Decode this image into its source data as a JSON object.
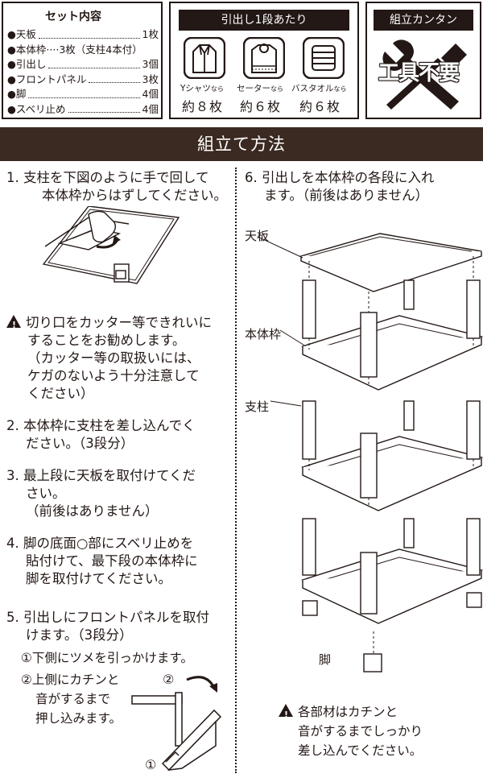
{
  "set_contents": {
    "title": "セット内容",
    "items": [
      {
        "bullet": "●",
        "name": "天板",
        "qty": "1枚"
      },
      {
        "bullet": "●",
        "name": "本体枠····3枚（支柱4本付）",
        "qty": ""
      },
      {
        "bullet": "●",
        "name": "引出し",
        "qty": "3個"
      },
      {
        "bullet": "●",
        "name": "フロントパネル",
        "qty": "3枚"
      },
      {
        "bullet": "●",
        "name": "脚",
        "qty": "4個"
      },
      {
        "bullet": "●",
        "name": "スベリ止め",
        "qty": "4個"
      }
    ]
  },
  "per_drawer": {
    "title": "引出し1段あたり",
    "items": [
      {
        "icon": "shirt-icon",
        "label": "Yシャツ",
        "suffix": "なら",
        "count": "約８枚"
      },
      {
        "icon": "sweater-icon",
        "label": "セーター",
        "suffix": "なら",
        "count": "約６枚"
      },
      {
        "icon": "bath-towel-icon",
        "label": "バスタオル",
        "suffix": "なら",
        "count": "約６枚"
      }
    ]
  },
  "easy_assembly": {
    "title": "組立カンタン",
    "no_tools": "工具不要",
    "icon": "wrench-screwdriver-icon"
  },
  "method_title": "組立て方法",
  "steps": {
    "s1": [
      "1. 支柱を下図のように手で回して",
      "本体枠からはずしてください。"
    ],
    "caution1": [
      "切り口をカッター等できれいに",
      "することをお勧めします。",
      "（カッター等の取扱いには、",
      "ケガのないよう十分注意して",
      "ください）"
    ],
    "s2": [
      "2. 本体枠に支柱を差し込んでく",
      "ださい。（3段分）"
    ],
    "s3": [
      "3. 最上段に天板を取付けてくだ",
      "さい。",
      "（前後はありません）"
    ],
    "s4": [
      "4. 脚の底面○部にスベリ止めを",
      "貼付けて、最下段の本体枠に",
      "脚を取付けてください。"
    ],
    "s5": [
      "5. 引出しにフロントパネルを取付",
      "けます。（3段分）"
    ],
    "s5_sub1": "①下側にツメを引っかけます。",
    "s5_sub2": [
      "②上側にカチンと",
      "音がするまで",
      "押し込みます。"
    ],
    "s6": [
      "6. 引出しを本体枠の各段に入れ",
      "ます。（前後はありません）"
    ],
    "caution2": [
      "各部材はカチンと",
      "音がするまでしっかり",
      "差し込んでください。"
    ]
  },
  "parts": {
    "top": "天板",
    "frame": "本体枠",
    "post": "支柱",
    "leg": "脚"
  },
  "markers": {
    "one": "①",
    "two": "②"
  },
  "colors": {
    "ink": "#231815",
    "header_bg": "#3b2a22"
  }
}
